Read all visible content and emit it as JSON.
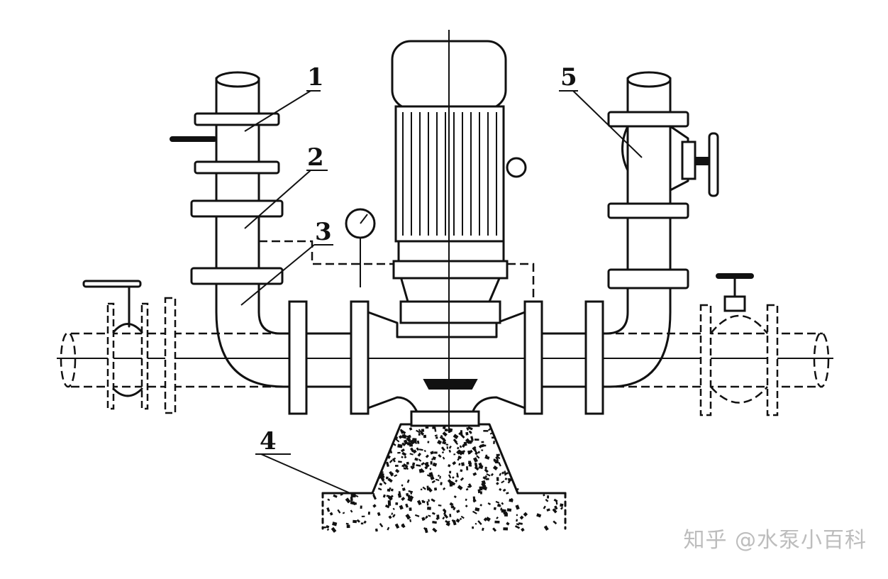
{
  "labels": {
    "l1": "1",
    "l2": "2",
    "l3": "3",
    "l4": "4",
    "l5": "5"
  },
  "watermark": {
    "text": "知乎 @水泵小百科"
  },
  "colors": {
    "ink": "#111111",
    "background": "#ffffff",
    "watermark": "#bdbdbd"
  }
}
